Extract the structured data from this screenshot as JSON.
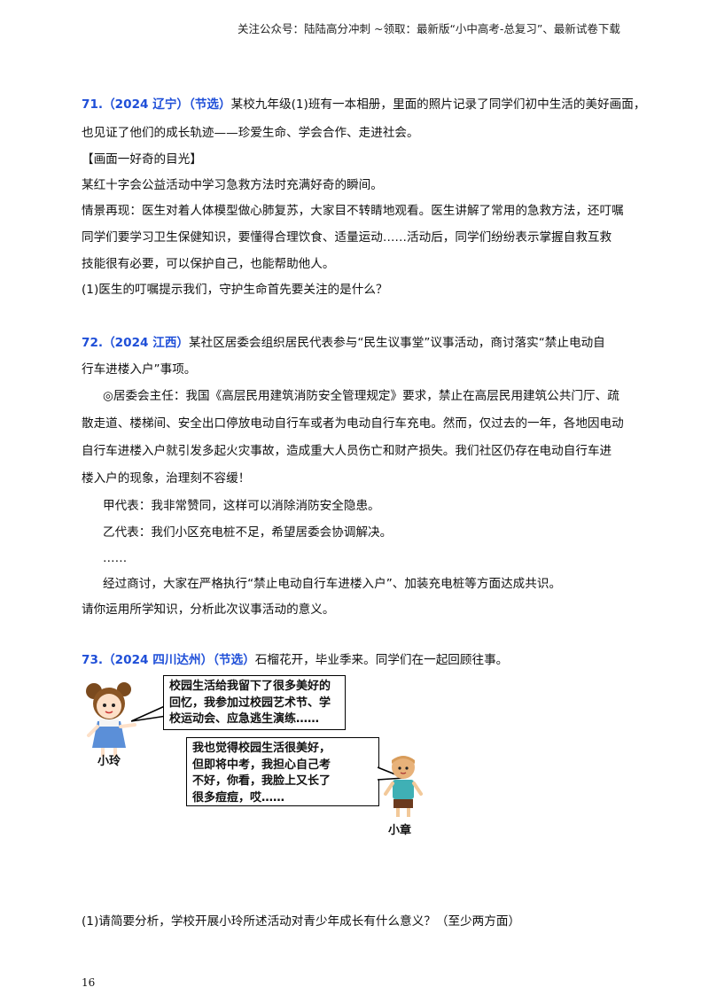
{
  "header": "关注公众号：陆陆高分冲刺  ~领取：最新版“小中高考-总复习”、最新试卷下载",
  "q71": {
    "num": "71.（2024 辽宁）（节选）",
    "line1": "某校九年级(1)班有一本相册，里面的照片记录了同学们初中生活的美好画面，",
    "line2": "也见证了他们的成长轨迹——珍爱生命、学会合作、走进社会。",
    "line3": "【画面一好奇的目光】",
    "line4": "某红十字会公益活动中学习急救方法时充满好奇的瞬间。",
    "line5": "情景再现：医生对着人体模型做心肺复苏，大家目不转睛地观看。医生讲解了常用的急救方法，还叮嘱",
    "line6": "同学们要学习卫生保健知识，要懂得合理饮食、适量运动……活动后，同学们纷纷表示掌握自救互救",
    "line7": "技能很有必要，可以保护自己，也能帮助他人。",
    "line8": "(1)医生的叮嘱提示我们，守护生命首先要关注的是什么？"
  },
  "q72": {
    "num": "72.（2024 江西）",
    "line1": "某社区居委会组织居民代表参与“民生议事堂”议事活动，商讨落实“禁止电动自",
    "line2": "行车进楼入户”事项。",
    "line3": "◎居委会主任：我国《高层民用建筑消防安全管理规定》要求，禁止在高层民用建筑公共门厅、疏",
    "line4": "散走道、楼梯间、安全出口停放电动自行车或者为电动自行车充电。然而，仅过去的一年，各地因电动",
    "line5": "自行车进楼入户就引发多起火灾事故，造成重大人员伤亡和财产损失。我们社区仍存在电动自行车进",
    "line6": "楼入户的现象，治理刻不容缓！",
    "line7": "甲代表：我非常赞同，这样可以消除消防安全隐患。",
    "line8": "乙代表：我们小区充电桩不足，希望居委会协调解决。",
    "line9": "……",
    "line10": "经过商讨，大家在严格执行“禁止电动自行车进楼入户”、加装充电桩等方面达成共识。",
    "line11": "请你运用所学知识，分析此次议事活动的意义。"
  },
  "q73": {
    "num": "73.（2024 四川达州）（节选）",
    "line1": "石榴花开，毕业季来。同学们在一起回顾往事。",
    "bubble1": [
      "校园生活给我留下了很多美好的",
      "回忆，我参加过校园艺术节、学",
      "校运动会、应急逃生演练……"
    ],
    "bubble2": [
      "我也觉得校园生活很美好，",
      "但即将中考，我担心自己考",
      "不好，你看，我脸上又长了",
      "很多痘痘，哎……"
    ],
    "char1": "小玲",
    "char2": "小章",
    "question": "(1)请简要分析，学校开展小玲所述活动对青少年成长有什么意义？（至少两方面）"
  },
  "page_number": "16"
}
